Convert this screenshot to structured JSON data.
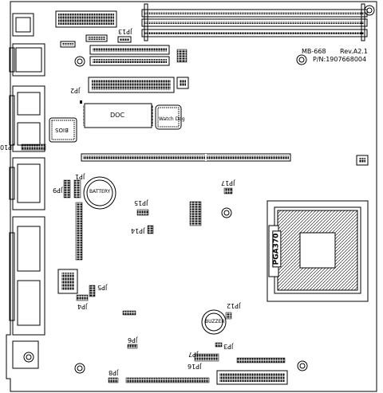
{
  "board": {
    "model": "MB-668",
    "revision": "Rev.A2.1",
    "part_number": "P/N:1907668004"
  },
  "chips": {
    "doc": "DOC",
    "watchdog": "Watch Dog",
    "bios": "BIOS",
    "battery": "BATTERY",
    "buzzer": "BUZZER",
    "socket": "PGA370"
  },
  "jumpers": {
    "jp1": "JP1",
    "jp2": "JP2",
    "jp3": "JP3",
    "jp4": "JP4",
    "jp5": "JP5",
    "jp6": "JP6",
    "jp7": "JP7",
    "jp8": "JP8",
    "jp9": "JP9",
    "jp10": "JP10",
    "jp12": "JP12",
    "jp13": "JP13",
    "jp14": "JP14",
    "jp15": "JP15",
    "jp16": "JP16",
    "jp17": "JP17"
  }
}
